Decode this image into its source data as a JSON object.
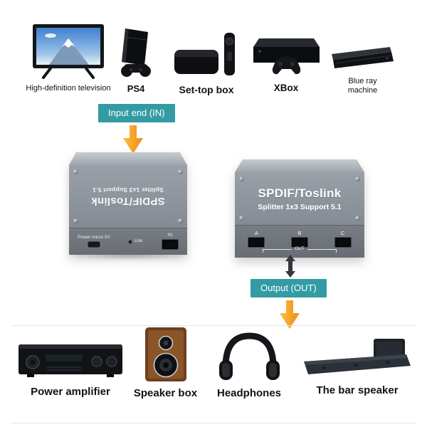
{
  "colors": {
    "teal_badge": "#339BA3",
    "arrow_orange": "#F59B1E",
    "device_gray": "#8E949C"
  },
  "sources": [
    {
      "label": "High-definition television"
    },
    {
      "label": "PS4"
    },
    {
      "label": "Set-top box"
    },
    {
      "label": "XBox"
    },
    {
      "label": "Blue ray machine"
    }
  ],
  "flow": {
    "input_label": "Input end (IN)",
    "output_label": "Output (OUT)"
  },
  "splitter_back": {
    "title": "SPDIF/Toslink",
    "subtitle": "Splitter 1x3 Support 5.1",
    "power_label": "Power micro 5V",
    "link_label": "Link",
    "in_label": "IN"
  },
  "splitter_front": {
    "title": "SPDIF/Toslink",
    "subtitle": "Splitter 1x3 Support 5.1",
    "ports": [
      "A",
      "B",
      "C"
    ],
    "out_label": "OUT"
  },
  "outputs": [
    {
      "label": "Power amplifier"
    },
    {
      "label": "Speaker box"
    },
    {
      "label": "Headphones"
    },
    {
      "label": "The bar speaker"
    }
  ]
}
